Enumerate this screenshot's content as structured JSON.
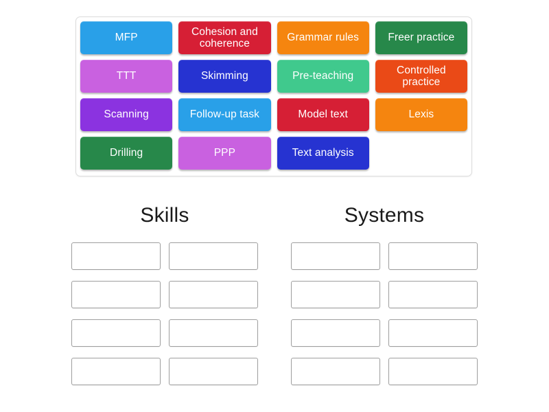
{
  "activity": {
    "type": "group-sort",
    "tray_tiles": [
      {
        "label": "MFP",
        "color": "#29A0E8"
      },
      {
        "label": "Cohesion and coherence",
        "color": "#D61F35"
      },
      {
        "label": "Grammar rules",
        "color": "#F5850F"
      },
      {
        "label": "Freer practice",
        "color": "#27884A"
      },
      {
        "label": "TTT",
        "color": "#C961E0"
      },
      {
        "label": "Skimming",
        "color": "#2633D1"
      },
      {
        "label": "Pre-teaching",
        "color": "#40C98D"
      },
      {
        "label": "Controlled practice",
        "color": "#EA4A17"
      },
      {
        "label": "Scanning",
        "color": "#8B33E0"
      },
      {
        "label": "Follow-up task",
        "color": "#29A0E8"
      },
      {
        "label": "Model text",
        "color": "#D61F35"
      },
      {
        "label": "Lexis",
        "color": "#F5850F"
      },
      {
        "label": "Drilling",
        "color": "#27884A"
      },
      {
        "label": "PPP",
        "color": "#C961E0"
      },
      {
        "label": "Text analysis",
        "color": "#2633D1"
      }
    ],
    "groups": [
      {
        "title": "Skills",
        "slots": [
          "",
          "",
          "",
          "",
          "",
          "",
          "",
          ""
        ]
      },
      {
        "title": "Systems",
        "slots": [
          "",
          "",
          "",
          "",
          "",
          "",
          "",
          ""
        ]
      }
    ],
    "colors": {
      "tray_border": "#dcdcdc",
      "slot_border": "#9e9e9e",
      "heading_text": "#1a1a1a",
      "page_background": "#ffffff"
    }
  }
}
